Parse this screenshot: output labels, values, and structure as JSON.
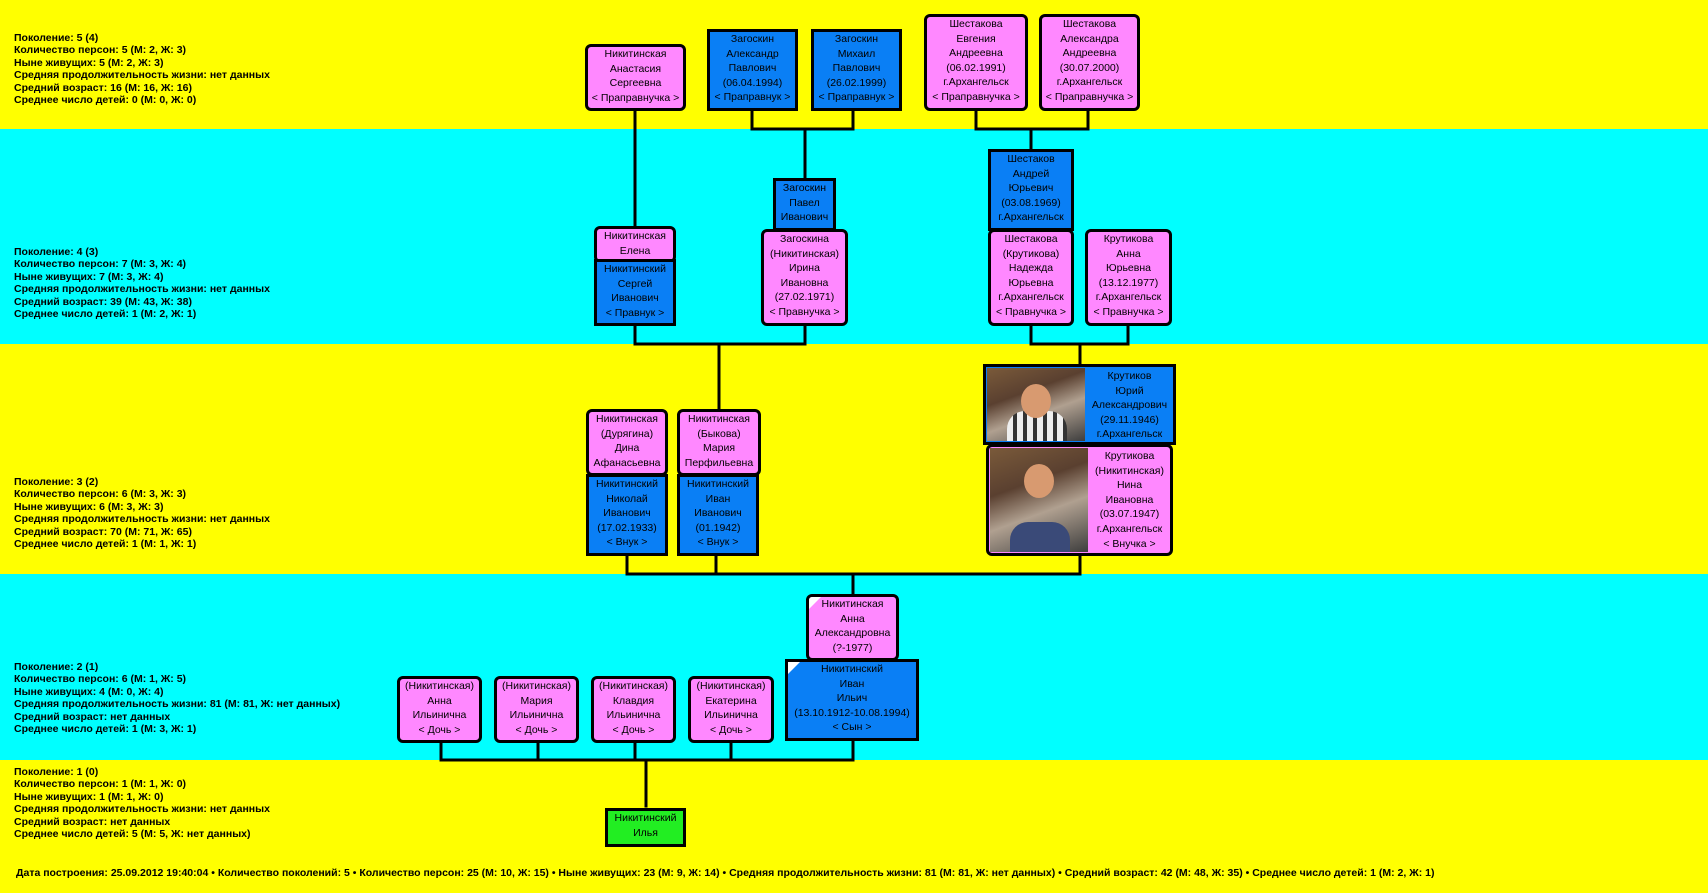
{
  "generations": [
    {
      "lines": [
        "Поколение: 5 (4)",
        "Количество персон: 5 (М: 2, Ж: 3)",
        "Ныне живущих: 5 (М: 2, Ж: 3)",
        "Средняя продолжительность жизни: нет данных",
        "Средний возраст: 16 (М: 16, Ж: 16)",
        "Среднее число детей: 0 (М: 0, Ж: 0)"
      ]
    },
    {
      "lines": [
        "Поколение: 4 (3)",
        "Количество персон: 7 (М: 3, Ж: 4)",
        "Ныне живущих: 7 (М: 3, Ж: 4)",
        "Средняя продолжительность жизни: нет данных",
        "Средний возраст: 39 (М: 43, Ж: 38)",
        "Среднее число детей: 1 (М: 2, Ж: 1)"
      ]
    },
    {
      "lines": [
        "Поколение: 3 (2)",
        "Количество персон: 6 (М: 3, Ж: 3)",
        "Ныне живущих: 6 (М: 3, Ж: 3)",
        "Средняя продолжительность жизни: нет данных",
        "Средний возраст: 70 (М: 71, Ж: 65)",
        "Среднее число детей: 1 (М: 1, Ж: 1)"
      ]
    },
    {
      "lines": [
        "Поколение: 2 (1)",
        "Количество персон: 6 (М: 1, Ж: 5)",
        "Ныне живущих: 4 (М: 0, Ж: 4)",
        "Средняя продолжительность жизни: 81 (М: 81, Ж: нет данных)",
        "Средний возраст: нет данных",
        "Среднее число детей: 1 (М: 3, Ж: 1)"
      ]
    },
    {
      "lines": [
        "Поколение: 1 (0)",
        "Количество персон: 1 (М: 1, Ж: 0)",
        "Ныне живущих: 1 (М: 1, Ж: 0)",
        "Средняя продолжительность жизни: нет данных",
        "Средний возраст: нет данных",
        "Среднее число детей: 5 (М: 5, Ж: нет данных)"
      ]
    }
  ],
  "persons": {
    "anastasia": {
      "lines": [
        "Никитинская",
        "Анастасия",
        "Сергеевна",
        "< Праправнучка >"
      ]
    },
    "aleksandr": {
      "lines": [
        "Загоскин",
        "Александр",
        "Павлович",
        "(06.04.1994)",
        "< Праправнук >"
      ]
    },
    "mikhail": {
      "lines": [
        "Загоскин",
        "Михаил",
        "Павлович",
        "(26.02.1999)",
        "< Праправнук >"
      ]
    },
    "evgenia": {
      "lines": [
        "Шестакова",
        "Евгения",
        "Андреевна",
        "(06.02.1991)",
        "г.Архангельск",
        "< Праправнучка >"
      ]
    },
    "aleksandra": {
      "lines": [
        "Шестакова",
        "Александра",
        "Андреевна",
        "(30.07.2000)",
        "г.Архангельск",
        "< Праправнучка >"
      ]
    },
    "elena": {
      "lines": [
        "Никитинская",
        "Елена"
      ]
    },
    "sergey": {
      "lines": [
        "Никитинский",
        "Сергей",
        "Иванович",
        "< Правнук >"
      ]
    },
    "pavel": {
      "lines": [
        "Загоскин",
        "Павел",
        "Иванович"
      ]
    },
    "irina": {
      "lines": [
        "Загоскина",
        "(Никитинская)",
        "Ирина",
        "Ивановна",
        "(27.02.1971)",
        "< Правнучка >"
      ]
    },
    "andrey": {
      "lines": [
        "Шестаков",
        "Андрей",
        "Юрьевич",
        "(03.08.1969)",
        "г.Архангельск"
      ]
    },
    "nadezhda": {
      "lines": [
        "Шестакова",
        "(Крутикова)",
        "Надежда",
        "Юрьевна",
        "г.Архангельск",
        "< Правнучка >"
      ]
    },
    "anna_y": {
      "lines": [
        "Крутикова",
        "Анна",
        "Юрьевна",
        "(13.12.1977)",
        "г.Архангельск",
        "< Правнучка >"
      ]
    },
    "dina": {
      "lines": [
        "Никитинская",
        "(Дурягина)",
        "Дина",
        "Афанасьевна"
      ]
    },
    "maria_p": {
      "lines": [
        "Никитинская",
        "(Быкова)",
        "Мария",
        "Перфильевна"
      ]
    },
    "yuriy": {
      "lines": [
        "Крутиков",
        "Юрий",
        "Александрович",
        "(29.11.1946)",
        "г.Архангельск"
      ]
    },
    "nikolay": {
      "lines": [
        "Никитинский",
        "Николай",
        "Иванович",
        "(17.02.1933)",
        "< Внук >"
      ]
    },
    "ivan_i": {
      "lines": [
        "Никитинский",
        "Иван",
        "Иванович",
        "(01.1942)",
        "< Внук >"
      ]
    },
    "nina": {
      "lines": [
        "Крутикова",
        "(Никитинская)",
        "Нина",
        "Ивановна",
        "(03.07.1947)",
        "г.Архангельск",
        "< Внучка >"
      ]
    },
    "anna_a": {
      "lines": [
        "Никитинская",
        "Анна",
        "Александровна",
        "(?-1977)"
      ]
    },
    "anna_i": {
      "lines": [
        "(Никитинская)",
        "Анна",
        "Ильинична",
        "< Дочь >"
      ]
    },
    "maria_i": {
      "lines": [
        "(Никитинская)",
        "Мария",
        "Ильинична",
        "< Дочь >"
      ]
    },
    "klavdia": {
      "lines": [
        "(Никитинская)",
        "Клавдия",
        "Ильинична",
        "< Дочь >"
      ]
    },
    "ekaterina": {
      "lines": [
        "(Никитинская)",
        "Екатерина",
        "Ильинична",
        "< Дочь >"
      ]
    },
    "ivan": {
      "lines": [
        "Никитинский",
        "Иван",
        "Ильич",
        "(13.10.1912-10.08.1994)",
        "< Сын >"
      ]
    },
    "ilya": {
      "lines": [
        "Никитинский",
        "Илья"
      ]
    }
  },
  "colors": {
    "band_yellow": "#ffff00",
    "band_cyan": "#00ffff",
    "female": "#ff88ff",
    "male": "#0a7ff5",
    "root": "#22ee22"
  },
  "footer": {
    "text": "Дата построения: 25.09.2012 19:40:04 • Количество поколений: 5 • Количество персон: 25 (М: 10, Ж: 15) • Ныне живущих: 23 (М: 9, Ж: 14) • Средняя продолжительность жизни: 81 (М: 81, Ж: нет данных) • Средний возраст: 42 (М: 48, Ж: 35) • Среднее число детей: 1 (М: 2, Ж: 1)"
  }
}
